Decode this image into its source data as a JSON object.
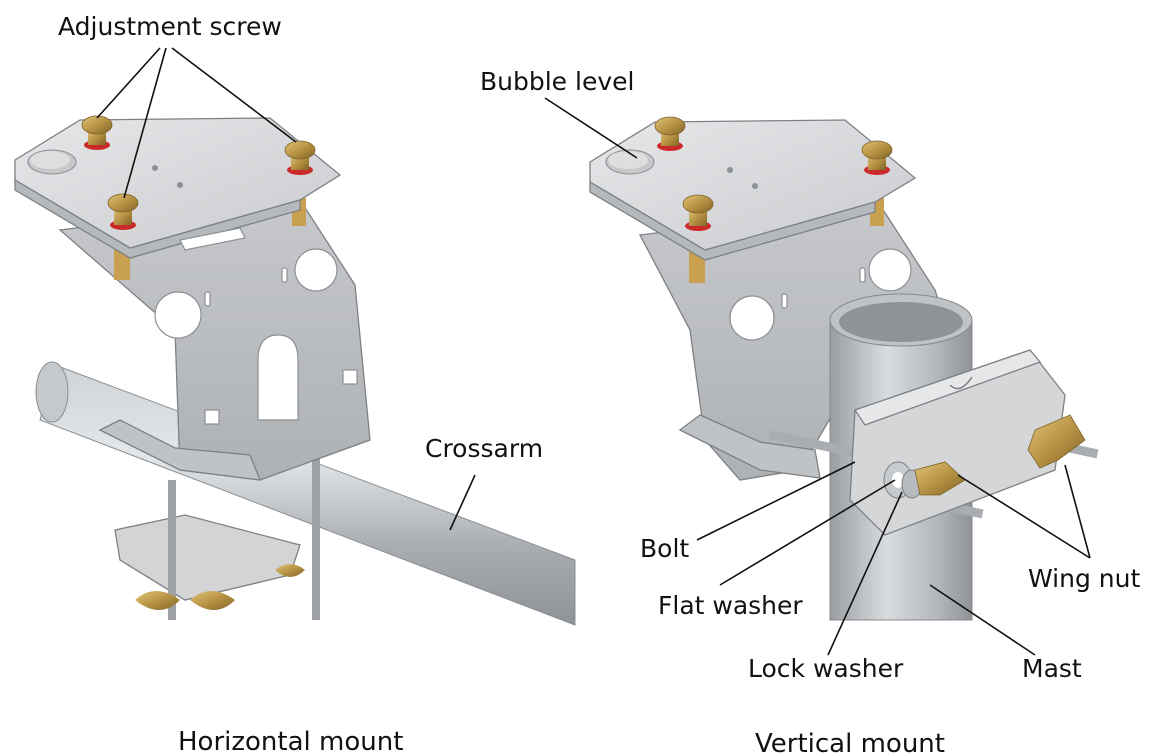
{
  "labels": {
    "adjustment_screw": "Adjustment screw",
    "bubble_level": "Bubble level",
    "crossarm": "Crossarm",
    "bolt": "Bolt",
    "flat_washer": "Flat washer",
    "lock_washer": "Lock washer",
    "wing_nut": "Wing nut",
    "mast": "Mast"
  },
  "captions": {
    "left": "Horizontal mount",
    "right": "Vertical mount"
  },
  "colors": {
    "bracket": "#d3d5d7",
    "pipe": "#b7bbbf",
    "brass": "#b89445",
    "red_seal": "#cc2a2a"
  }
}
